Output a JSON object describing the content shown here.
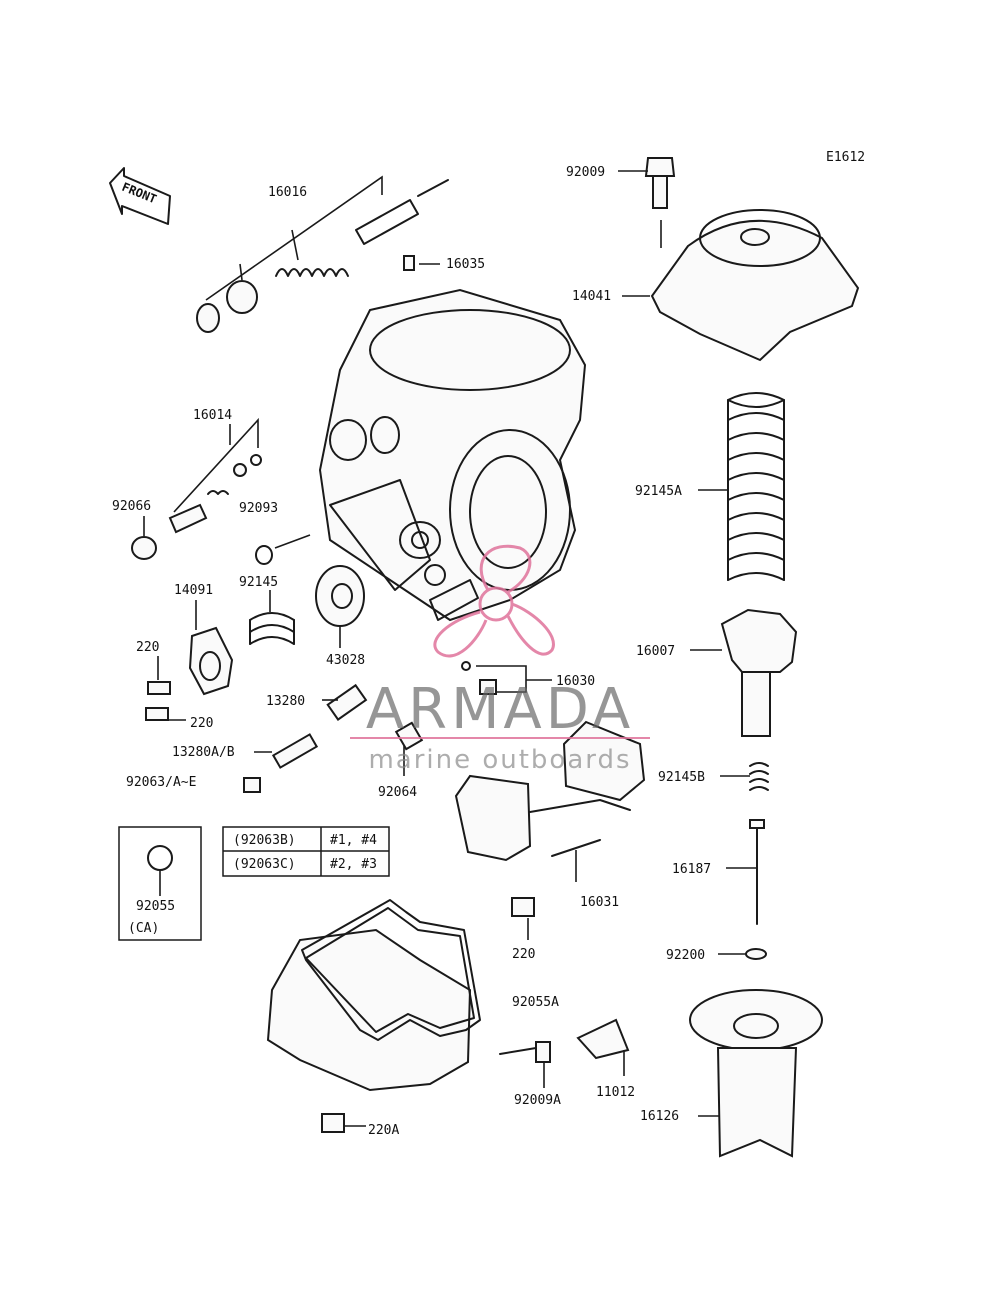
{
  "diagram_code": "E1612",
  "front_arrow": {
    "label": "FRONT"
  },
  "part_labels": [
    "92009",
    "16016",
    "16035",
    "14041",
    "16014",
    "92066",
    "92093",
    "92145A",
    "92145",
    "14091",
    "43028",
    "220",
    "220",
    "16007",
    "16030",
    "13280",
    "13280A/B",
    "92064",
    "92063/A~E",
    "92145B",
    "16187",
    "16031",
    "92055",
    "(CA)",
    "220",
    "92200",
    "92055A",
    "11012",
    "92009A",
    "16126",
    "220A"
  ],
  "variant_table": {
    "rows": [
      {
        "part": "(92063B)",
        "cylinders": "#1, #4"
      },
      {
        "part": "(92063C)",
        "cylinders": "#2, #3"
      }
    ]
  },
  "watermark": {
    "brand": "ARMADA",
    "tagline": "marine outboards",
    "color": "#e0739b"
  }
}
